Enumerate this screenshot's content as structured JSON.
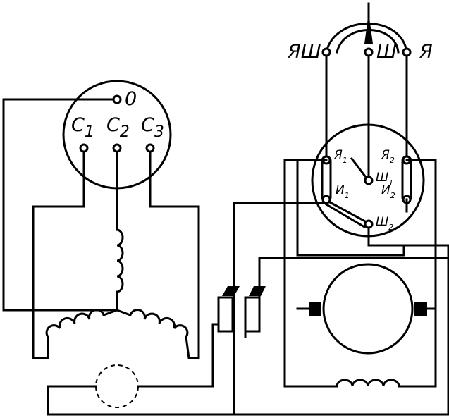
{
  "labels": {
    "terminal_zero": "0",
    "c_letter": "С",
    "c1_sub": "1",
    "c2_sub": "2",
    "c3_sub": "3",
    "ya_sh": "ЯШ",
    "sh": "Ш",
    "ya": "Я",
    "ya1_letter": "Я",
    "ya1_sub": "1",
    "ya2_letter": "Я",
    "ya2_sub": "2",
    "i1_letter": "И",
    "i1_sub": "1",
    "i2_letter": "И",
    "i2_sub": "2",
    "sh1_letter": "Ш",
    "sh1_sub": "1",
    "sh2_letter": "Ш",
    "sh2_sub": "2"
  }
}
